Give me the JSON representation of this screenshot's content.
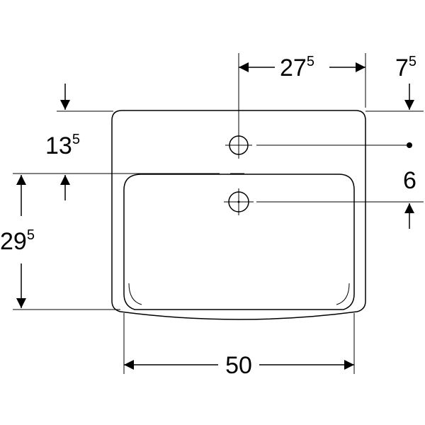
{
  "dimensions": {
    "width_overall": {
      "main": "50",
      "sup": ""
    },
    "tap_hole_offset": {
      "main": "27",
      "sup": "5"
    },
    "rim_offset_right": {
      "main": "7",
      "sup": "5"
    },
    "rim_to_bowl": {
      "main": "13",
      "sup": "5"
    },
    "bowl_depth": {
      "main": "29",
      "sup": "5"
    },
    "hole_spacing": {
      "main": "6",
      "sup": ""
    }
  }
}
